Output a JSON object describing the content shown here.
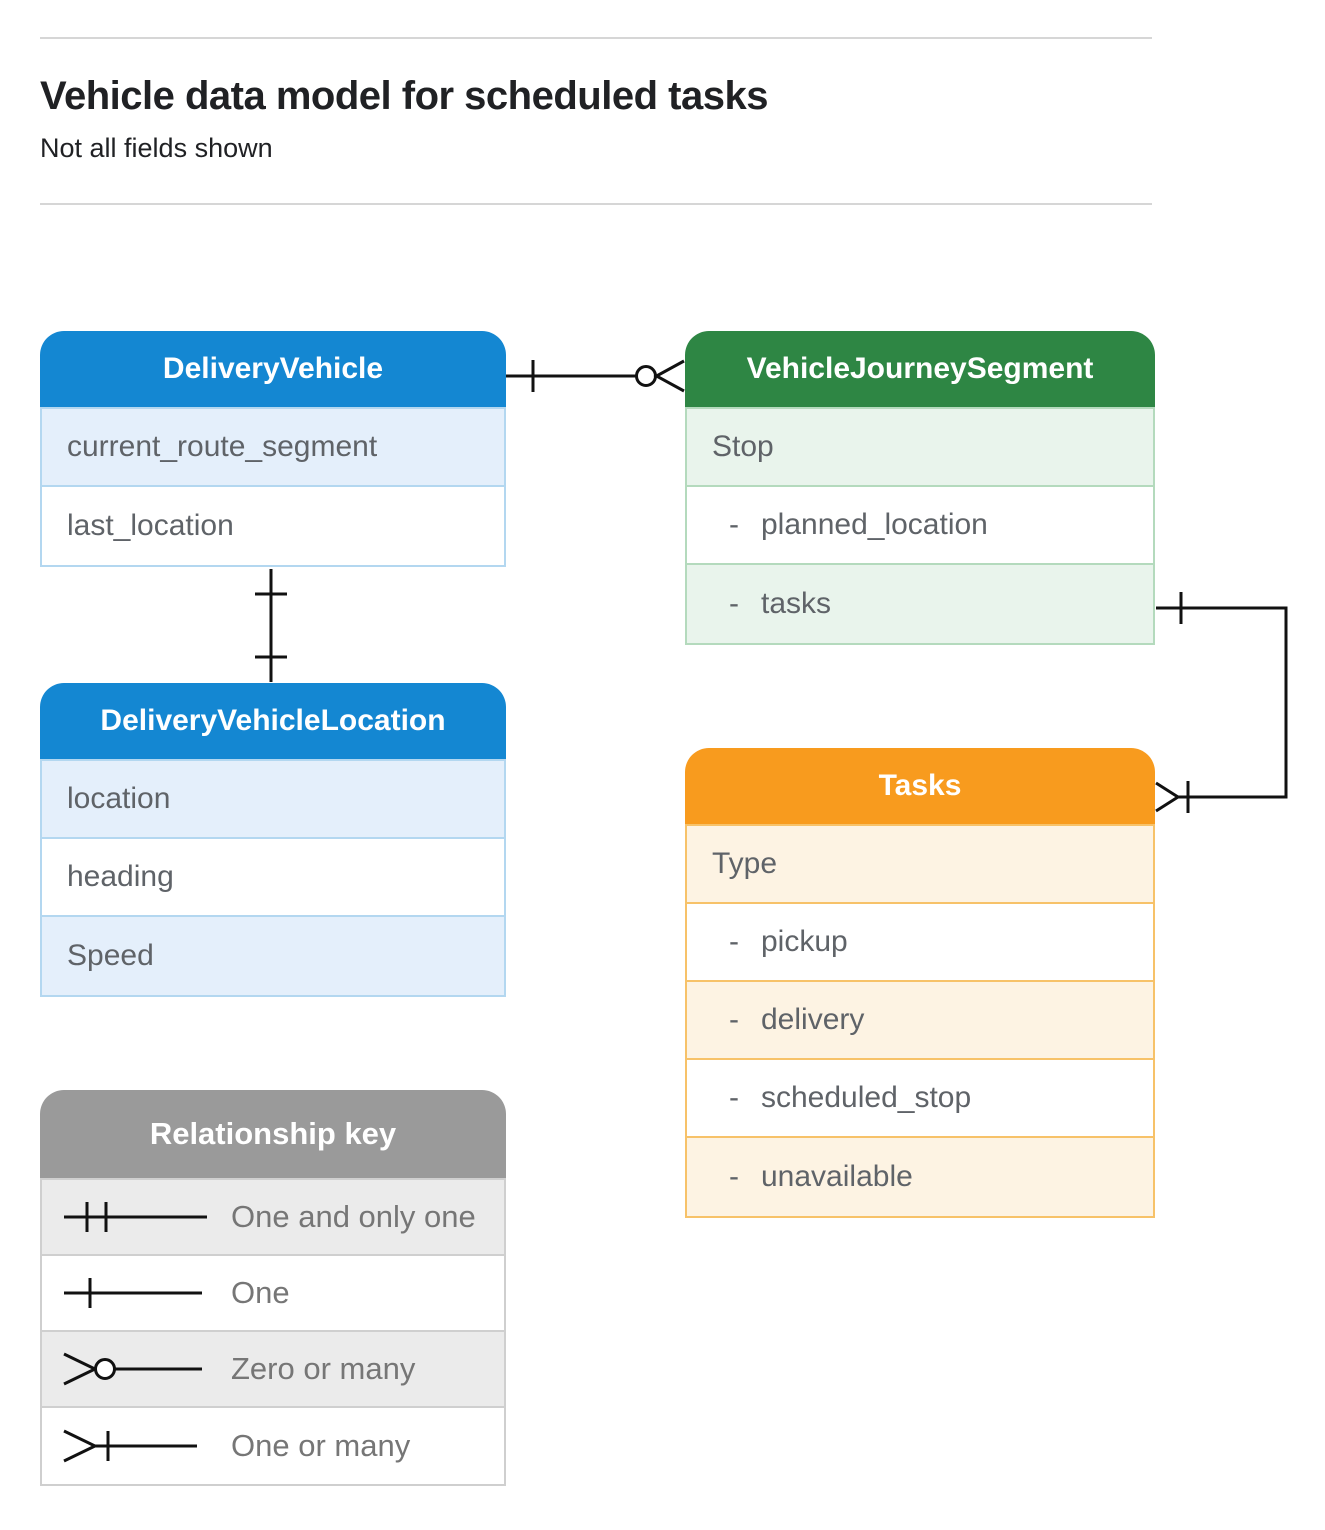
{
  "page": {
    "title": "Vehicle data model for scheduled tasks",
    "subtitle": "Not all fields shown"
  },
  "colors": {
    "blue_header": "#1487d2",
    "blue_tint": "#e4effb",
    "blue_border": "#b3d7f0",
    "green_header": "#2e8644",
    "green_tint": "#e9f4ec",
    "green_border": "#b4dabd",
    "orange_header": "#f89b1e",
    "orange_tint": "#fdf3e3",
    "orange_border": "#f7c269",
    "gray_header": "#9a9a9a",
    "gray_tint": "#ebebeb",
    "gray_border": "#cfcfcf",
    "field_text": "#5f6368",
    "connector_line": "#111111"
  },
  "entities": [
    {
      "title": "DeliveryVehicle",
      "fields": [
        {
          "prefix": "",
          "label": "current_route_segment"
        },
        {
          "prefix": "",
          "label": "last_location"
        }
      ]
    },
    {
      "title": "VehicleJourneySegment",
      "fields": [
        {
          "prefix": "",
          "label": "Stop"
        },
        {
          "prefix": "-",
          "label": "planned_location"
        },
        {
          "prefix": "-",
          "label": "tasks"
        }
      ]
    },
    {
      "title": "DeliveryVehicleLocation",
      "fields": [
        {
          "prefix": "",
          "label": "location"
        },
        {
          "prefix": "",
          "label": "heading"
        },
        {
          "prefix": "",
          "label": "Speed"
        }
      ]
    },
    {
      "title": "Tasks",
      "fields": [
        {
          "prefix": "",
          "label": "Type"
        },
        {
          "prefix": "-",
          "label": "pickup"
        },
        {
          "prefix": "-",
          "label": "delivery"
        },
        {
          "prefix": "-",
          "label": "scheduled_stop"
        },
        {
          "prefix": "-",
          "label": "unavailable"
        }
      ]
    }
  ],
  "legend": {
    "title": "Relationship key",
    "items": [
      {
        "symbol": "one-and-only-one",
        "label": "One and only one"
      },
      {
        "symbol": "one",
        "label": "One"
      },
      {
        "symbol": "zero-or-many",
        "label": "Zero or many"
      },
      {
        "symbol": "one-or-many",
        "label": "One or many"
      }
    ]
  },
  "connectors": [
    {
      "from": "DeliveryVehicle",
      "to": "VehicleJourneySegment",
      "from_end": "one",
      "to_end": "zero-or-many"
    },
    {
      "from": "DeliveryVehicle",
      "to": "DeliveryVehicleLocation",
      "from_end": "one",
      "to_end": "one"
    },
    {
      "from": "VehicleJourneySegment.tasks",
      "to": "Tasks",
      "from_end": "one",
      "to_end": "one-or-many"
    }
  ]
}
